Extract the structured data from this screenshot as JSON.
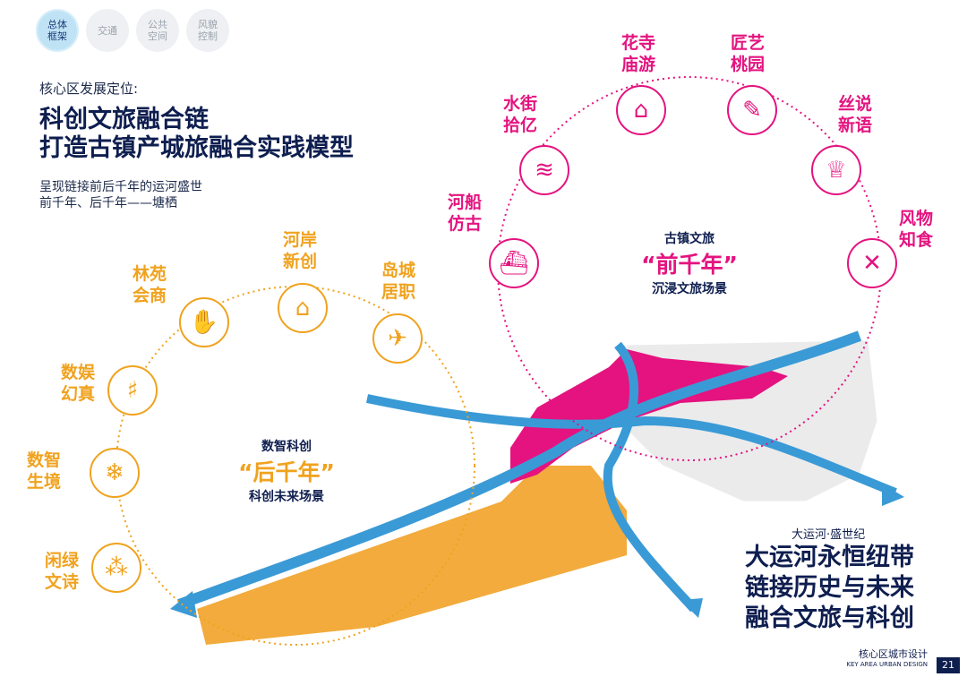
{
  "nav": {
    "items": [
      {
        "label": "总体\n框架",
        "active": true
      },
      {
        "label": "交通",
        "active": false
      },
      {
        "label": "公共\n空间",
        "active": false
      },
      {
        "label": "风貌\n控制",
        "active": false
      }
    ]
  },
  "intro": {
    "subtitle": "核心区发展定位:",
    "headline_line1": "科创文旅融合链",
    "headline_line2": "打造古镇产城旅融合实践模型",
    "desc_line1": "呈现链接前后千年的运河盛世",
    "desc_line2": "前千年、后千年——塘栖"
  },
  "pink_ring": {
    "center_small": "古镇文旅",
    "center_big": "“前千年”",
    "center_sub": "沉浸文旅场景",
    "nodes": [
      {
        "l1": "河船",
        "l2": "仿古",
        "icon": "ship-icon"
      },
      {
        "l1": "水街",
        "l2": "拾亿",
        "icon": "water-icon"
      },
      {
        "l1": "花寺",
        "l2": "庙游",
        "icon": "temple-icon"
      },
      {
        "l1": "匠艺",
        "l2": "桃园",
        "icon": "craft-icon"
      },
      {
        "l1": "丝说",
        "l2": "新语",
        "icon": "dress-icon"
      },
      {
        "l1": "风物",
        "l2": "知食",
        "icon": "cutlery-icon"
      }
    ]
  },
  "orange_ring": {
    "center_small": "数智科创",
    "center_big": "“后千年”",
    "center_sub": "科创未来场景",
    "nodes": [
      {
        "l1": "闲绿",
        "l2": "文诗",
        "icon": "grass-icon"
      },
      {
        "l1": "数智",
        "l2": "生境",
        "icon": "snowflake-icon"
      },
      {
        "l1": "数娱",
        "l2": "幻真",
        "icon": "cinema-icon"
      },
      {
        "l1": "林苑",
        "l2": "会商",
        "icon": "handshake-icon"
      },
      {
        "l1": "河岸",
        "l2": "新创",
        "icon": "house-wave-icon"
      },
      {
        "l1": "岛城",
        "l2": "居职",
        "icon": "traveler-icon"
      }
    ]
  },
  "right": {
    "sub": "大运河·盛世纪",
    "line1": "大运河永恒纽带",
    "line2": "链接历史与未来",
    "line3": "融合文旅与科创"
  },
  "footer": {
    "title": "核心区城市设计",
    "title_en": "KEY AREA URBAN DESIGN",
    "page": "21"
  },
  "colors": {
    "pink": "#e4137f",
    "orange": "#f0a21e",
    "navy": "#0e1e4f",
    "blue": "#3a9ad6"
  }
}
